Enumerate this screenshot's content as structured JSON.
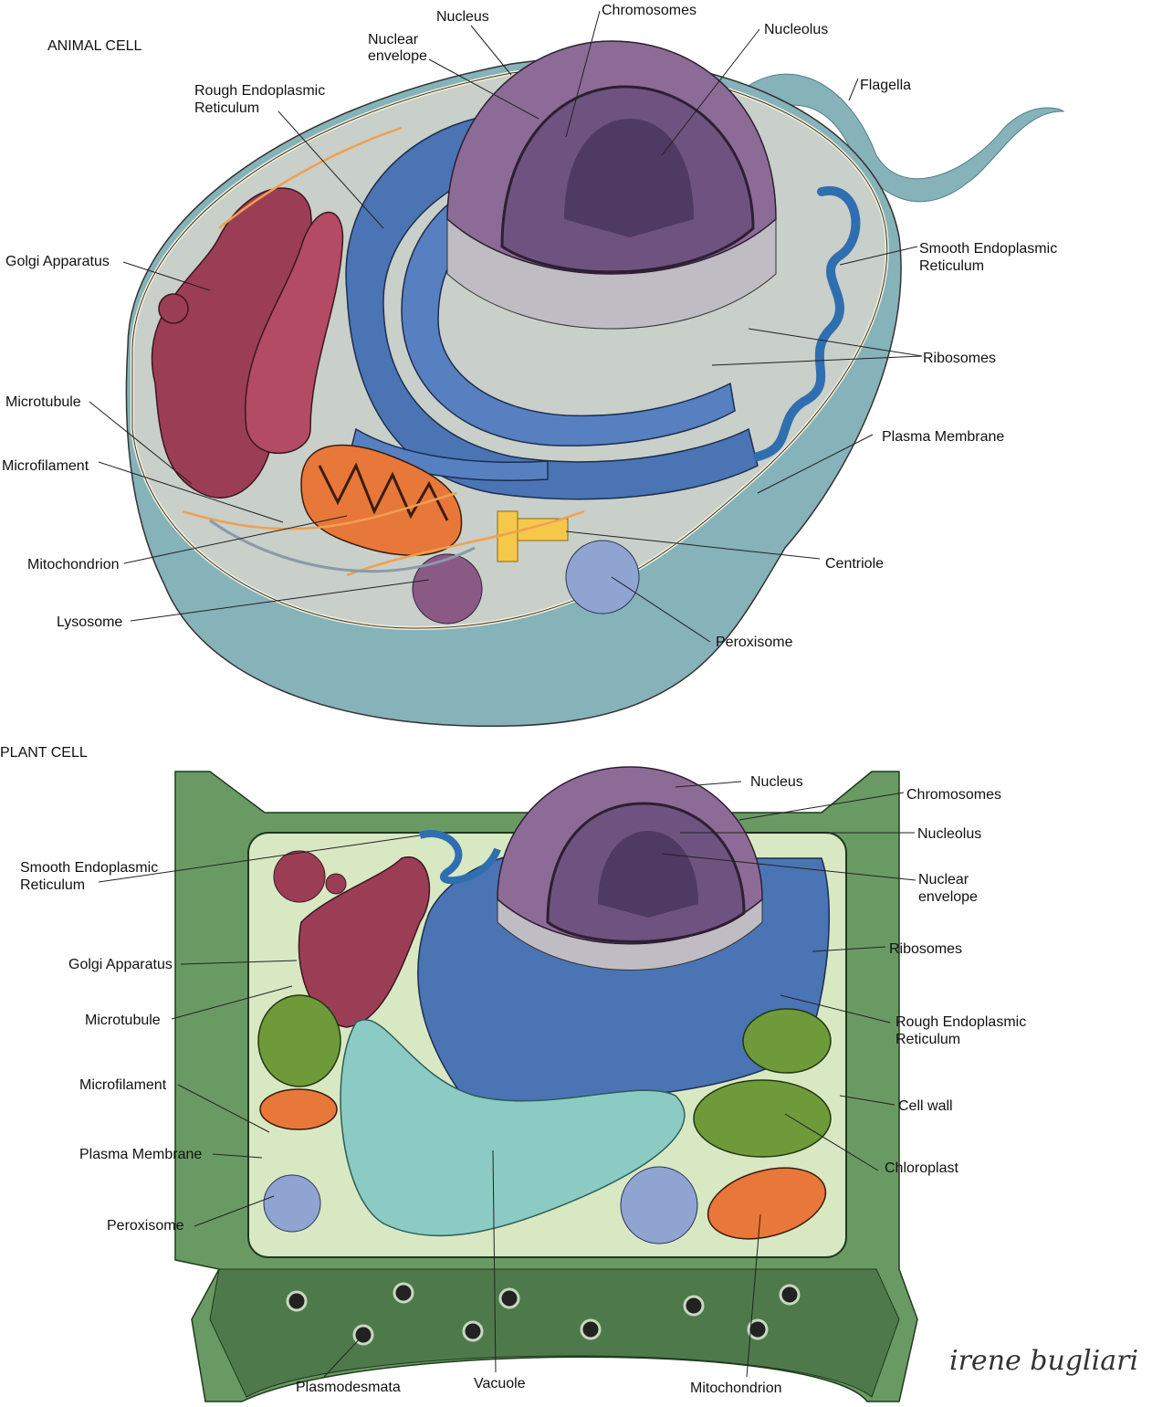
{
  "animal": {
    "title": "ANIMAL CELL",
    "labels": {
      "nucleus": "Nucleus",
      "nuclear_envelope_1": "Nuclear",
      "nuclear_envelope_2": "envelope",
      "chromosomes": "Chromosomes",
      "nucleolus": "Nucleolus",
      "flagella": "Flagella",
      "rough_er_1": "Rough Endoplasmic",
      "rough_er_2": "Reticulum",
      "golgi": "Golgi Apparatus",
      "smooth_er_1": "Smooth Endoplasmic",
      "smooth_er_2": "Reticulum",
      "ribosomes": "Ribosomes",
      "microtubule": "Microtubule",
      "microfilament": "Microfilament",
      "plasma_membrane": "Plasma Membrane",
      "mitochondrion": "Mitochondrion",
      "centriole": "Centriole",
      "lysosome": "Lysosome",
      "peroxisome": "Peroxisome"
    }
  },
  "plant": {
    "title": "PLANT CELL",
    "labels": {
      "nucleus": "Nucleus",
      "chromosomes": "Chromosomes",
      "nucleolus": "Nucleolus",
      "nuclear_envelope_1": "Nuclear",
      "nuclear_envelope_2": "envelope",
      "smooth_er_1": "Smooth Endoplasmic",
      "smooth_er_2": "Reticulum",
      "golgi": "Golgi Apparatus",
      "ribosomes": "Ribosomes",
      "microtubule": "Microtubule",
      "rough_er_1": "Rough Endoplasmic",
      "rough_er_2": "Reticulum",
      "microfilament": "Microfilament",
      "cell_wall": "Cell wall",
      "plasma_membrane": "Plasma Membrane",
      "chloroplast": "Chloroplast",
      "peroxisome": "Peroxisome",
      "plasmodesmata": "Plasmodesmata",
      "vacuole": "Vacuole",
      "mitochondrion": "Mitochondrion"
    }
  },
  "signature": "irene bugliari",
  "colors": {
    "cytoplasm_animal": "#c9cfc9",
    "membrane_outer": "#86b2b9",
    "nucleus": "#8d6b97",
    "er": "#4a74b4",
    "golgi": "#9b3e55",
    "mitochondrion": "#e8773a",
    "cell_wall": "#6a9a64",
    "plant_cytoplasm": "#d8e8c3",
    "vacuole": "#8ccbc4",
    "chloroplast": "#6f9a3a"
  }
}
